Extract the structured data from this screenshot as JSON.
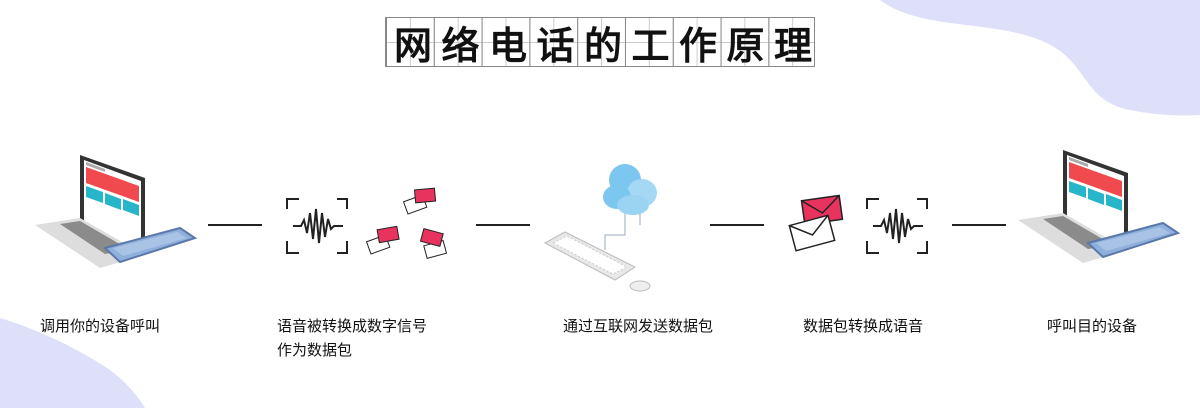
{
  "title": "网络电话的工作原理",
  "steps": [
    {
      "label": "调用你的设备呼叫",
      "icon": "laptop-tablet-icon"
    },
    {
      "label_line1": "语音被转换成数字信号",
      "label_line2": "作为数据包",
      "icon": "soundwave-envelopes-icon"
    },
    {
      "label": "通过互联网发送数据包",
      "icon": "cloud-keyboard-icon"
    },
    {
      "label": "数据包转换成语音",
      "icon": "envelopes-soundwave-icon"
    },
    {
      "label": "呼叫目的设备",
      "icon": "laptop-tablet-icon"
    }
  ],
  "colors": {
    "blob": "#dde0f8",
    "envelope": "#e8335e",
    "screen_red": "#f04a4f",
    "screen_teal": "#27b6c9",
    "cloud": "#7cc7ef",
    "tablet": "#8fb0dc"
  }
}
